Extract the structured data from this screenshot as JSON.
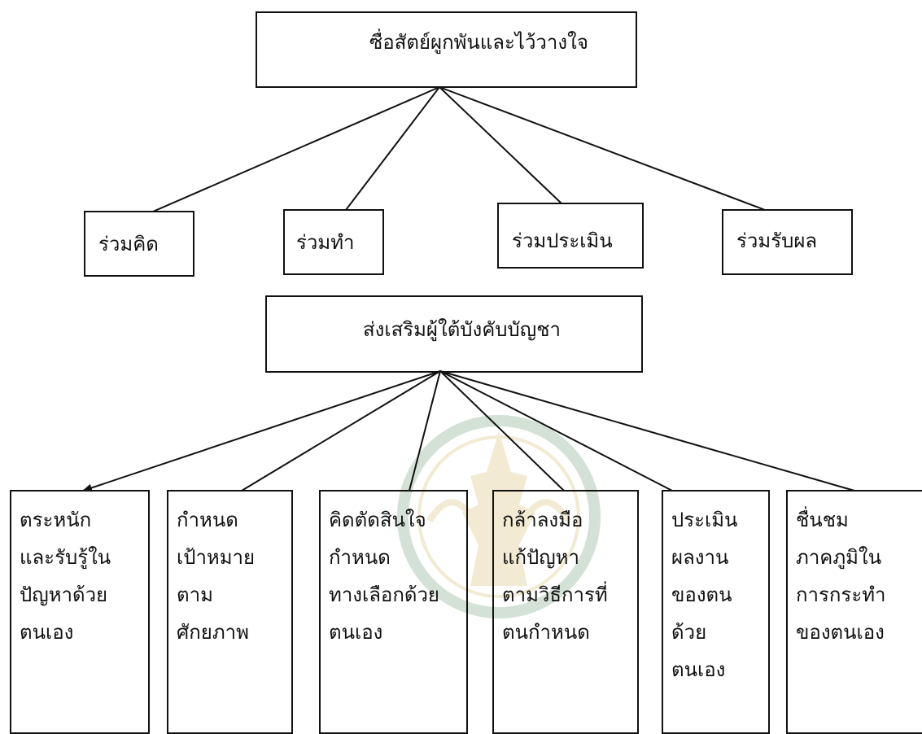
{
  "top_box": {
    "label": "ซื่อสัตย์ผูกพันและไว้วางใจ"
  },
  "participation_boxes": [
    {
      "label": "ร่วมคิด"
    },
    {
      "label": "ร่วมทำ"
    },
    {
      "label": "ร่วมประเมิน"
    },
    {
      "label": "ร่วมรับผล"
    }
  ],
  "middle_box": {
    "label": "ส่งเสริมผู้ใต้บังคับบัญชา"
  },
  "outcome_boxes": [
    {
      "lines": [
        "ตระหนัก",
        "และรับรู้ใน",
        "ปัญหาด้วย",
        "ตนเอง"
      ]
    },
    {
      "lines": [
        "กำหนด",
        "เป้าหมาย",
        "ตาม",
        "ศักยภาพ"
      ]
    },
    {
      "lines": [
        "คิดตัดสินใจ",
        "กำหนด",
        "ทางเลือกด้วย",
        "ตนเอง"
      ]
    },
    {
      "lines": [
        "กล้าลงมือ",
        "แก้ปัญหา",
        "ตามวิธีการที่",
        "ตนกำหนด"
      ]
    },
    {
      "lines": [
        "ประเมิน",
        "ผลงาน",
        "ของตน",
        "ด้วย",
        "ตนเอง"
      ]
    },
    {
      "lines": [
        "ชื่นชม",
        "ภาคภูมิใน",
        "การกระทำ",
        "ของตนเอง"
      ]
    }
  ],
  "colors": {
    "line": "#111111",
    "watermark_gold": "#c9a13a",
    "watermark_green": "#3f7a4a"
  }
}
